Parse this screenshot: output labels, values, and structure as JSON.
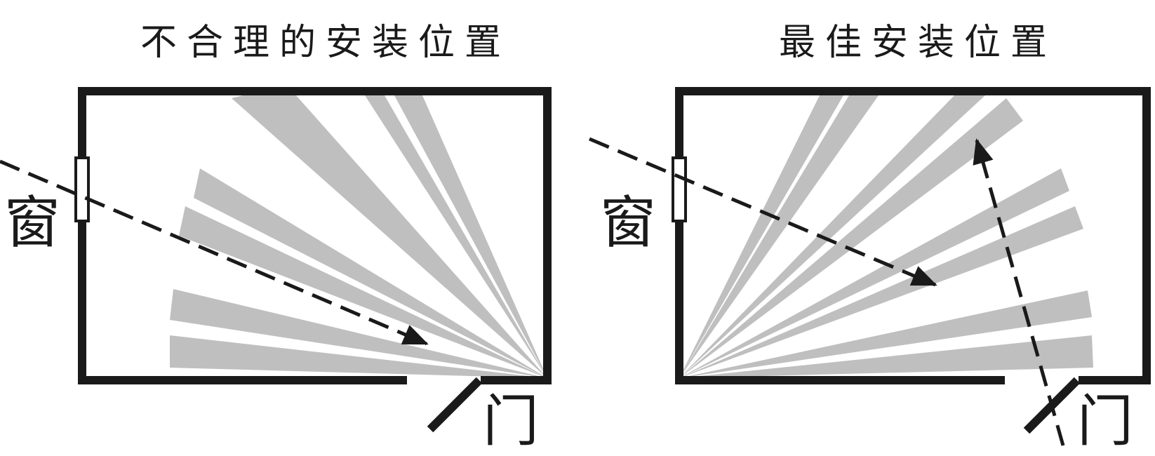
{
  "panels": [
    {
      "title": "不合理的安装位置",
      "window_label": "窗",
      "door_label": "门",
      "sensor_corner": "bottom-right",
      "intruder_paths": [
        {
          "from": "outside-window",
          "to": "inside-toward-sensor",
          "arrow": "end"
        }
      ]
    },
    {
      "title": "最佳安装位置",
      "window_label": "窗",
      "door_label": "门",
      "sensor_corner": "bottom-left",
      "intruder_paths": [
        {
          "from": "outside-window",
          "to": "across-room",
          "arrow": "end"
        },
        {
          "from": "door",
          "to": "across-room",
          "arrow": "end"
        }
      ]
    }
  ],
  "colors": {
    "wall": "#1a1a1a",
    "coverage_beam": "#bfbfbf",
    "path_line": "#1a1a1a",
    "background": "#ffffff"
  }
}
